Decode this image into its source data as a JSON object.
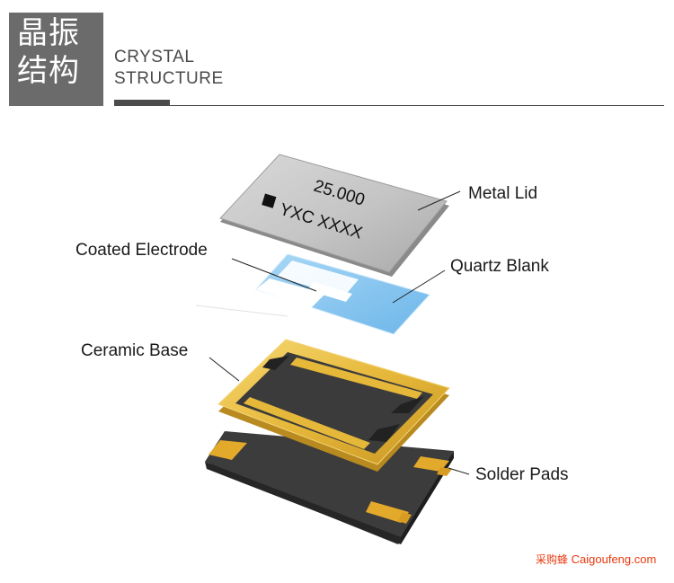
{
  "header": {
    "title_cn_line1": "晶振",
    "title_cn_line2": "结构",
    "title_en_line1": "CRYSTAL",
    "title_en_line2": "STRUCTURE"
  },
  "lid": {
    "line1": "25.000",
    "line2": "YXC XXXX"
  },
  "labels": {
    "metal_lid": "Metal Lid",
    "coated_electrode": "Coated Electrode",
    "quartz_blank": "Quartz Blank",
    "ceramic_base": "Ceramic Base",
    "solder_pads": "Solder Pads"
  },
  "watermark": {
    "cn": "采购蜂",
    "en": "Caigoufeng.com"
  },
  "colors": {
    "header_box": "#6b6b6b",
    "gold": "#e6b83a",
    "quartz_blue": "#8ec9ef",
    "base_dark": "#3a3a3a",
    "watermark": "#e8380d"
  }
}
